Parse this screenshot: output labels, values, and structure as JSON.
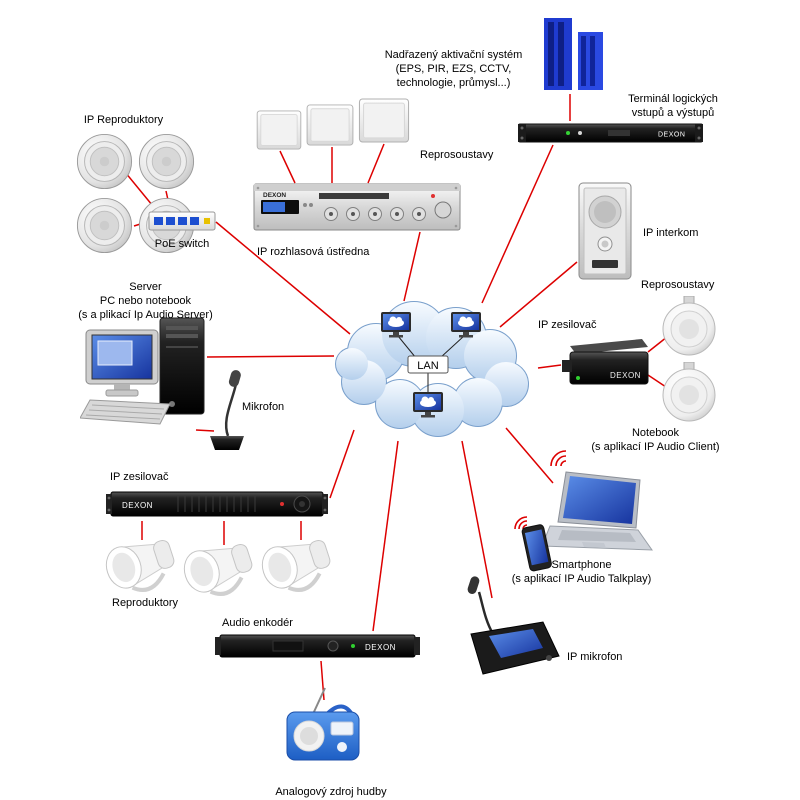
{
  "brand": "DEXON",
  "cloud": {
    "label": "LAN"
  },
  "labels": {
    "activation": [
      "Nadřazený aktivační systém",
      "(EPS, PIR, EZS, CCTV,",
      "technologie, průmysl...)"
    ],
    "terminal": [
      "Terminál logických",
      "vstupů a výstupů"
    ],
    "ip_speakers": "IP Reproduktory",
    "poe": "PoE switch",
    "wall_speakers": "Reprosoustavy",
    "ustredna": "IP rozhlasová ústředna",
    "interkom": "IP interkom",
    "ball_speakers": "Reprosoustavy",
    "amp_right": "IP zesilovač",
    "server": [
      "Server",
      "PC nebo notebook",
      "(s a plikací Ip Audio Server)"
    ],
    "mikrofon": "Mikrofon",
    "amp_left": "IP zesilovač",
    "horns": "Reproduktory",
    "encoder": "Audio enkodér",
    "analog": "Analogový zdroj hudby",
    "notebook": [
      "Notebook",
      "(s aplikací IP Audio Client)"
    ],
    "smartphone": [
      "Smartphone",
      "(s aplikací IP Audio Talkplay)"
    ],
    "ip_mic": "IP mikrofon"
  },
  "colors": {
    "wire": "#dd0000",
    "building_blue": "#1f3bd0",
    "cloud_stroke": "#7aa0cc"
  }
}
